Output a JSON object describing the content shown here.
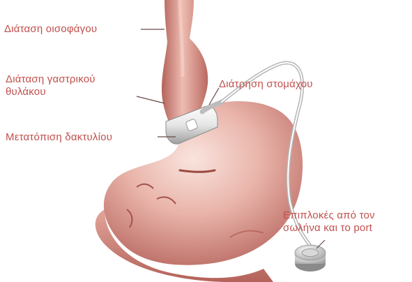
{
  "colors": {
    "label_text": "#c0504d",
    "leader_line": "#6a4a48",
    "tissue_light": "#f7dcd4",
    "tissue_mid": "#dd9c92",
    "tissue_dark": "#a9544b",
    "band": "#eeeeee",
    "tube": "#bdbdbd"
  },
  "labels": {
    "esophageal_dilation": "Διάταση οισοφάγου",
    "pouch_dilation_line1": "Διάταση γαστρικού",
    "pouch_dilation_line2": "θυλάκου",
    "stomach_erosion": "Διάτρηση στομάχου",
    "band_slippage": "Μετατόπιση δακτυλίου",
    "port_complications_line1": "Επιπλοκές από τον",
    "port_complications_line2": "σωλήνα και το port"
  },
  "icons": {
    "esophagus": "esophagus-illustration",
    "stomach": "stomach-illustration",
    "band": "gastric-band-icon",
    "tube": "connecting-tube",
    "port": "access-port-icon"
  }
}
